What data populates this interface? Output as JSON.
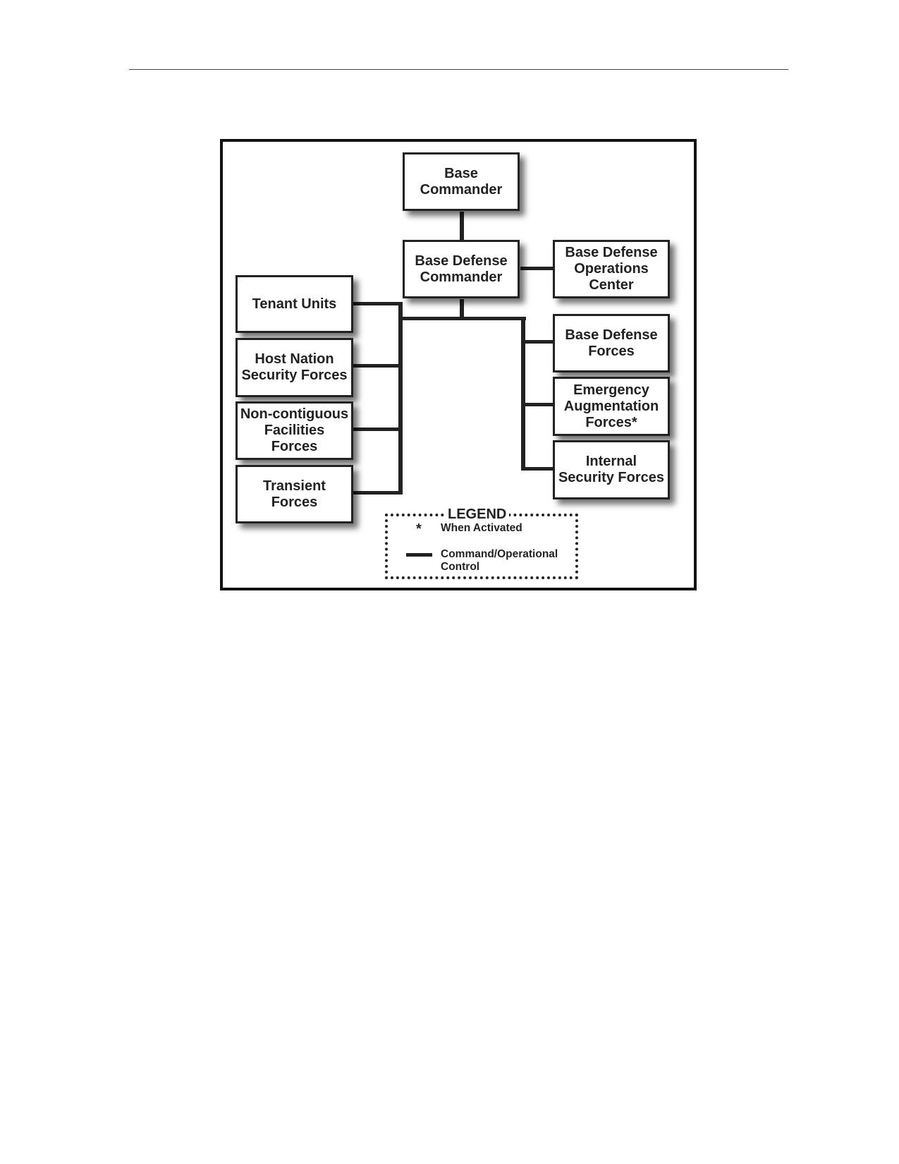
{
  "diagram": {
    "nodes": {
      "base_commander": "Base\nCommander",
      "base_defense_commander": "Base Defense\nCommander",
      "bdoc": "Base Defense\nOperations\nCenter",
      "tenant_units": "Tenant Units",
      "host_nation": "Host Nation\nSecurity Forces",
      "non_contiguous": "Non-contiguous\nFacilities\nForces",
      "transient": "Transient\nForces",
      "base_defense_forces": "Base Defense\nForces",
      "emergency": "Emergency\nAugmentation\nForces*",
      "internal_security": "Internal\nSecurity Forces"
    },
    "legend": {
      "title": "LEGEND",
      "asterisk_symbol": "*",
      "asterisk_meaning": "When Activated",
      "line_meaning": "Command/Operational\nControl"
    },
    "colors": {
      "line": "#222222",
      "box_border": "#222222",
      "background": "#ffffff"
    }
  }
}
